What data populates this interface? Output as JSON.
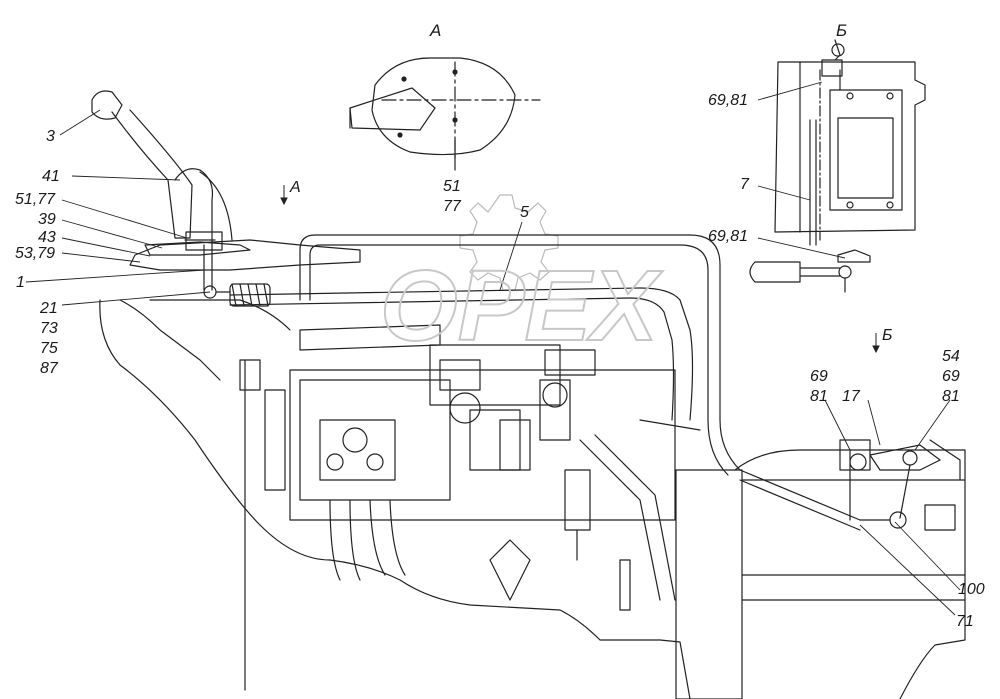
{
  "diagram": {
    "labels": {
      "view_a_title": "А",
      "view_b_title": "Б",
      "arrow_a": "А",
      "arrow_b": "Б",
      "l3": "3",
      "l41": "41",
      "l51_77": "51,77",
      "l39": "39",
      "l43": "43",
      "l53_79": "53,79",
      "l1": "1",
      "l21": "21",
      "l73": "73",
      "l75": "75",
      "l87": "87",
      "l5": "5",
      "l51": "51",
      "l77": "77",
      "l69_81_top": "69,81",
      "l7": "7",
      "l69_81_mid": "69,81",
      "l69_left": "69",
      "l81_left": "81",
      "l17": "17",
      "l54": "54",
      "l69_right": "69",
      "l81_right": "81",
      "l100": "100",
      "l71": "71"
    },
    "watermark": "OPEX"
  }
}
